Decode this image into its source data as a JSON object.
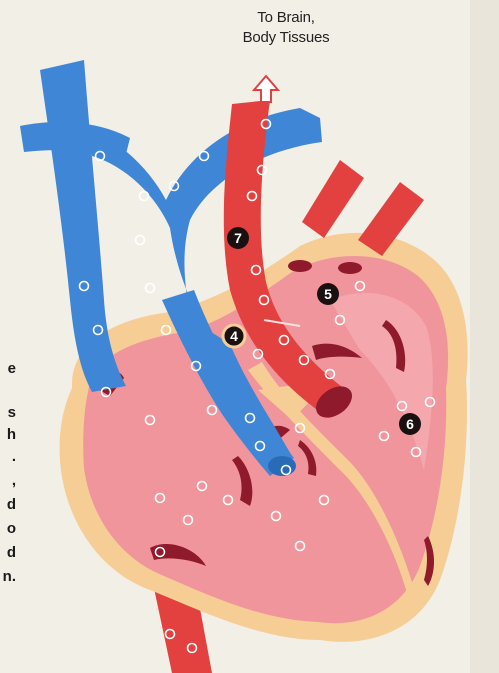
{
  "top_label": {
    "line1": "To Brain,",
    "line2": "Body Tissues"
  },
  "markers": [
    {
      "label": "7"
    },
    {
      "label": "5"
    },
    {
      "label": "4"
    },
    {
      "label": "6"
    }
  ],
  "left_text_fragments": [
    "e",
    "s",
    "h",
    ".",
    ",",
    "d",
    "o",
    "d",
    "n."
  ],
  "colors": {
    "deoxygenated_blood": "#3f86d6",
    "oxygenated_blood": "#e3413f",
    "heart_muscle": "#f0959c",
    "fat_outline": "#f6cd95",
    "chamber_dark": "#8e1a2c",
    "background": "#f2efe6"
  }
}
